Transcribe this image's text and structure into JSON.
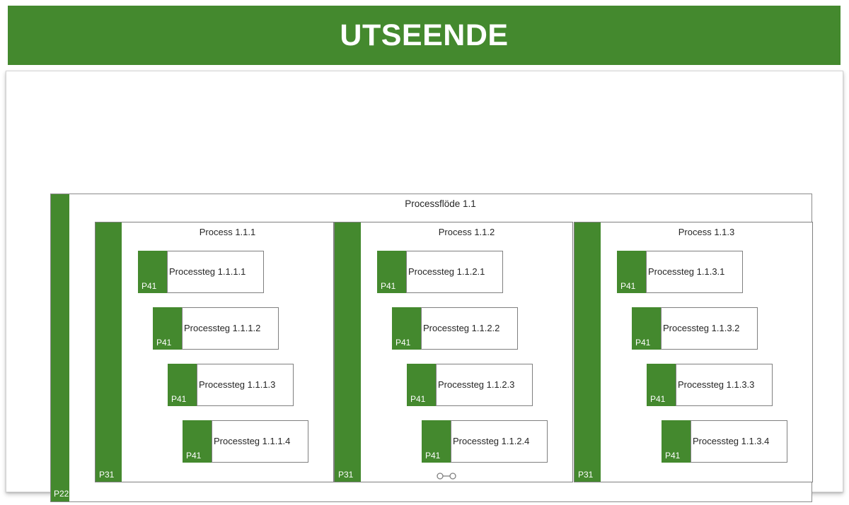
{
  "banner": {
    "title": "UTSEENDE",
    "background_color": "#44892E",
    "text_color": "#FFFFFF"
  },
  "theme": {
    "accent_green": "#44892E",
    "box_border": "#7F7F7F",
    "text_color": "#262626",
    "canvas": "#FFFFFF"
  },
  "diagram": {
    "flow": {
      "title": "Processflöde 1.1",
      "tab_label": "P22"
    },
    "processes": [
      {
        "title": "Process 1.1.1",
        "tab_label": "P31",
        "steps": [
          {
            "label": "Processteg 1.1.1.1",
            "tab_label": "P41"
          },
          {
            "label": "Processteg 1.1.1.2",
            "tab_label": "P41"
          },
          {
            "label": "Processteg 1.1.1.3",
            "tab_label": "P41"
          },
          {
            "label": "Processteg 1.1.1.4",
            "tab_label": "P41"
          }
        ]
      },
      {
        "title": "Process 1.1.2",
        "tab_label": "P31",
        "steps": [
          {
            "label": "Processteg 1.1.2.1",
            "tab_label": "P41"
          },
          {
            "label": "Processteg 1.1.2.2",
            "tab_label": "P41"
          },
          {
            "label": "Processteg 1.1.2.3",
            "tab_label": "P41"
          },
          {
            "label": "Processteg 1.1.2.4",
            "tab_label": "P41"
          }
        ]
      },
      {
        "title": "Process 1.1.3",
        "tab_label": "P31",
        "steps": [
          {
            "label": "Processteg 1.1.3.1",
            "tab_label": "P41"
          },
          {
            "label": "Processteg 1.1.3.2",
            "tab_label": "P41"
          },
          {
            "label": "Processteg 1.1.3.3",
            "tab_label": "P41"
          },
          {
            "label": "Processteg 1.1.3.4",
            "tab_label": "P41"
          }
        ]
      }
    ],
    "connector_handle": {
      "icon": "connector-handle-icon"
    }
  }
}
